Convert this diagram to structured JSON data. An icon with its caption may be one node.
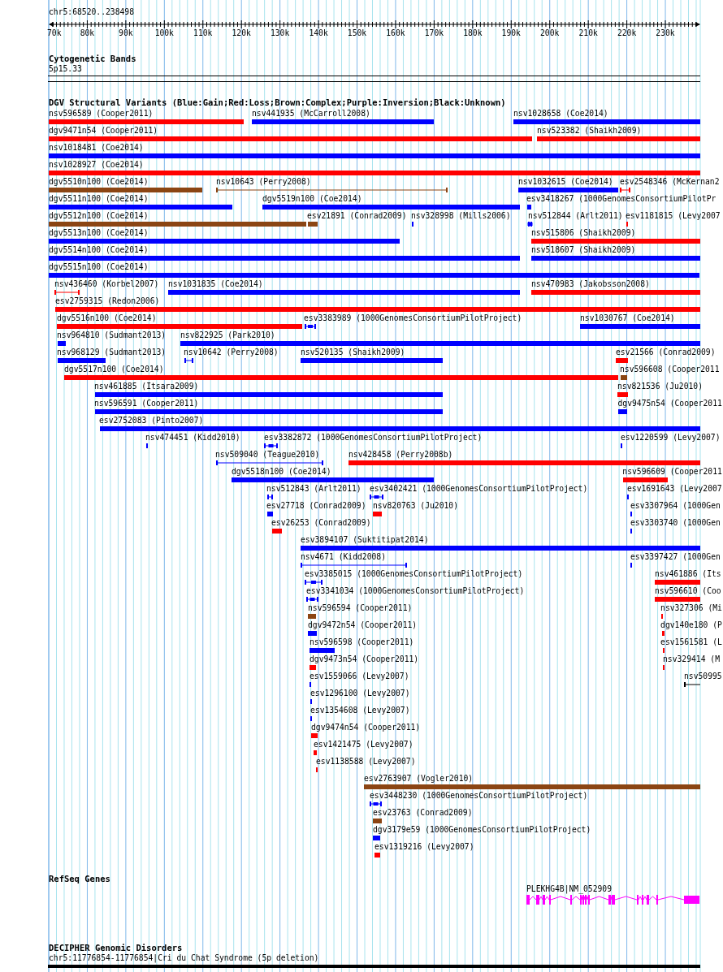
{
  "diagram": {
    "labels": [
      "chr5:68520..238498",
      "70k",
      "80k",
      "90k",
      "100k",
      "110k",
      "120k",
      "130k",
      "140k",
      "150k",
      "160k",
      "170k",
      "180k",
      "190k",
      "200k",
      "210k",
      "220k",
      "230k",
      "Cytogenetic Bands",
      "5p15.33",
      "DGV Structural Variants (Blue:Gain;Red:Loss;Brown:Complex;Purple:Inversion;Black:Unknown)",
      "nsv596589 (Cooper2011)",
      "nsv441935 (McCarroll2008)",
      "nsv1028658 (Coe2014)",
      "dgv9471n54 (Cooper2011)",
      "nsv523382 (Shaikh2009)",
      "nsv1018481 (Coe2014)",
      "nsv1028927 (Coe2014)",
      "dgv5510n100 (Coe2014)",
      "nsv10643 (Perry2008)",
      "nsv1032615 (Coe2014)",
      "esv2548346 (McKernan2",
      "dgv5511n100 (Coe2014)",
      "dgv5519n100 (Coe2014)",
      "esv3418267 (1000GenomesConsortiumPilotPr",
      "dgv5512n100 (Coe2014)",
      "esv21891 (Conrad2009)",
      "nsv328998 (Mills2006)",
      "nsv512844 (Arlt2011)",
      "esv1181815 (Levy2007",
      "dgv5513n100 (Coe2014)",
      "nsv515806 (Shaikh2009)",
      "dgv5514n100 (Coe2014)",
      "nsv518607 (Shaikh2009)",
      "dgv5515n100 (Coe2014)",
      "nsv436460 (Korbel2007)",
      "nsv1031835 (Coe2014)",
      "nsv470983 (Jakobsson2008)",
      "esv2759315 (Redon2006)",
      "dgv5516n100 (Coe2014)",
      "esv3383989 (1000GenomesConsortiumPilotProject)",
      "nsv1030767 (Coe2014)",
      "nsv964810 (Sudmant2013)",
      "nsv822925 (Park2010)",
      "nsv968129 (Sudmant2013)",
      "nsv10642 (Perry2008)",
      "nsv520135 (Shaikh2009)",
      "esv21566 (Conrad2009)",
      "dgv5517n100 (Coe2014)",
      "nsv596608 (Cooper2011",
      "nsv461885 (Itsara2009)",
      "nsv821536 (Ju2010)",
      "nsv596591 (Cooper2011)",
      "dgv9475n54 (Cooper2011",
      "esv2752083 (Pinto2007)",
      "nsv474451 (Kidd2010)",
      "esv3382872 (1000GenomesConsortiumPilotProject)",
      "esv1220599 (Levy2007)",
      "nsv509040 (Teague2010)",
      "nsv428458 (Perry2008b)",
      "dgv5518n100 (Coe2014)",
      "nsv596609 (Cooper2011",
      "nsv512843 (Arlt2011)",
      "esv3402421 (1000GenomesConsortiumPilotProject)",
      "esv1691643 (Levy2007",
      "esv27718 (Conrad2009)",
      "nsv820763 (Ju2010)",
      "esv3307964 (1000Gen",
      "esv26253 (Conrad2009)",
      "esv3303740 (1000Gen",
      "esv3894107 (Suktitipat2014)",
      "nsv4671 (Kidd2008)",
      "esv3397427 (1000Gen",
      "esv3385015 (1000GenomesConsortiumPilotProject)",
      "nsv461886 (Its",
      "esv3341034 (1000GenomesConsortiumPilotProject)",
      "nsv596610 (Coo",
      "nsv596594 (Cooper2011)",
      "nsv327306 (Mi",
      "dgv9472n54 (Cooper2011)",
      "dgv140e180 (P",
      "nsv596598 (Cooper2011)",
      "esv1561581 (L",
      "dgv9473n54 (Cooper2011)",
      "nsv329414 (M",
      "esv1559066 (Levy2007)",
      "nsv50995",
      "esv1296100 (Levy2007)",
      "esv1354608 (Levy2007)",
      "dgv9474n54 (Cooper2011)",
      "esv1421475 (Levy2007)",
      "esv1138588 (Levy2007)",
      "esv2763907 (Vogler2010)",
      "esv3448230 (1000GenomesConsortiumPilotProject)",
      "esv23763 (Conrad2009)",
      "dgv3179e59 (1000GenomesConsortiumPilotProject)",
      "esv1319216 (Levy2007)",
      "RefSeq Genes",
      "PLEKHG4B|NM_052909",
      "DECIPHER Genomic Disorders",
      "chr5:11776854-11776854|Cri du Chat Syndrome (5p deletion)"
    ]
  }
}
